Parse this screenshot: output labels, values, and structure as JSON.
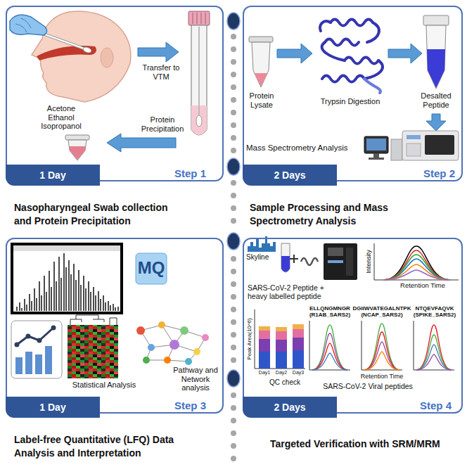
{
  "diagram": {
    "nodes": [
      {
        "text": [
          "Step 1",
          "Nasopharyngeal Swab collection and Protein Precipitation"
        ]
      },
      {
        "text": [
          "1 Day"
        ],
        "in": 0
      },
      {
        "text": [
          "Step 2",
          "Sample Processing and Mass Spectrometry Analysis"
        ]
      },
      {
        "text": [
          "2 Days"
        ],
        "in": 2
      },
      {
        "text": [
          "Step 3",
          "Label-free Quantitative (LFQ) Data Analysis and Interpretation"
        ]
      },
      {
        "text": [
          "1 Day"
        ],
        "in": 4
      },
      {
        "text": [
          "Step 4",
          "Targeted Verification with SRM/MRM"
        ]
      },
      {
        "text": [
          "2 Days"
        ],
        "in": 6
      }
    ],
    "labels": [
      "Transfer to VTM",
      "Acetone Ethanol Isopropanol",
      "Protein Precipitation",
      "Protein Lysate",
      "Trypsin Digestion",
      "Desalted Peptide",
      "Mass Spectrometry Analysis",
      "MQ",
      "Statistical Analysis",
      "Pathway and Network analysis",
      "Skyline",
      "SARS-CoV-2 Peptide + heavy labelled peptide",
      "Intensity",
      "Retention Time",
      "Peak Area(10^6)",
      "Day1",
      "Day2",
      "Day3",
      "QC check",
      "ELLQNGMNGR (R1AB_SARS2)",
      "DGIIWVATEGALNTPK (NCAP_SARS2)",
      "NTQEVFAQVK (SPIKE_SARS2)",
      "Retention Time",
      "SARS-CoV-2 Viral peptides"
    ]
  }
}
